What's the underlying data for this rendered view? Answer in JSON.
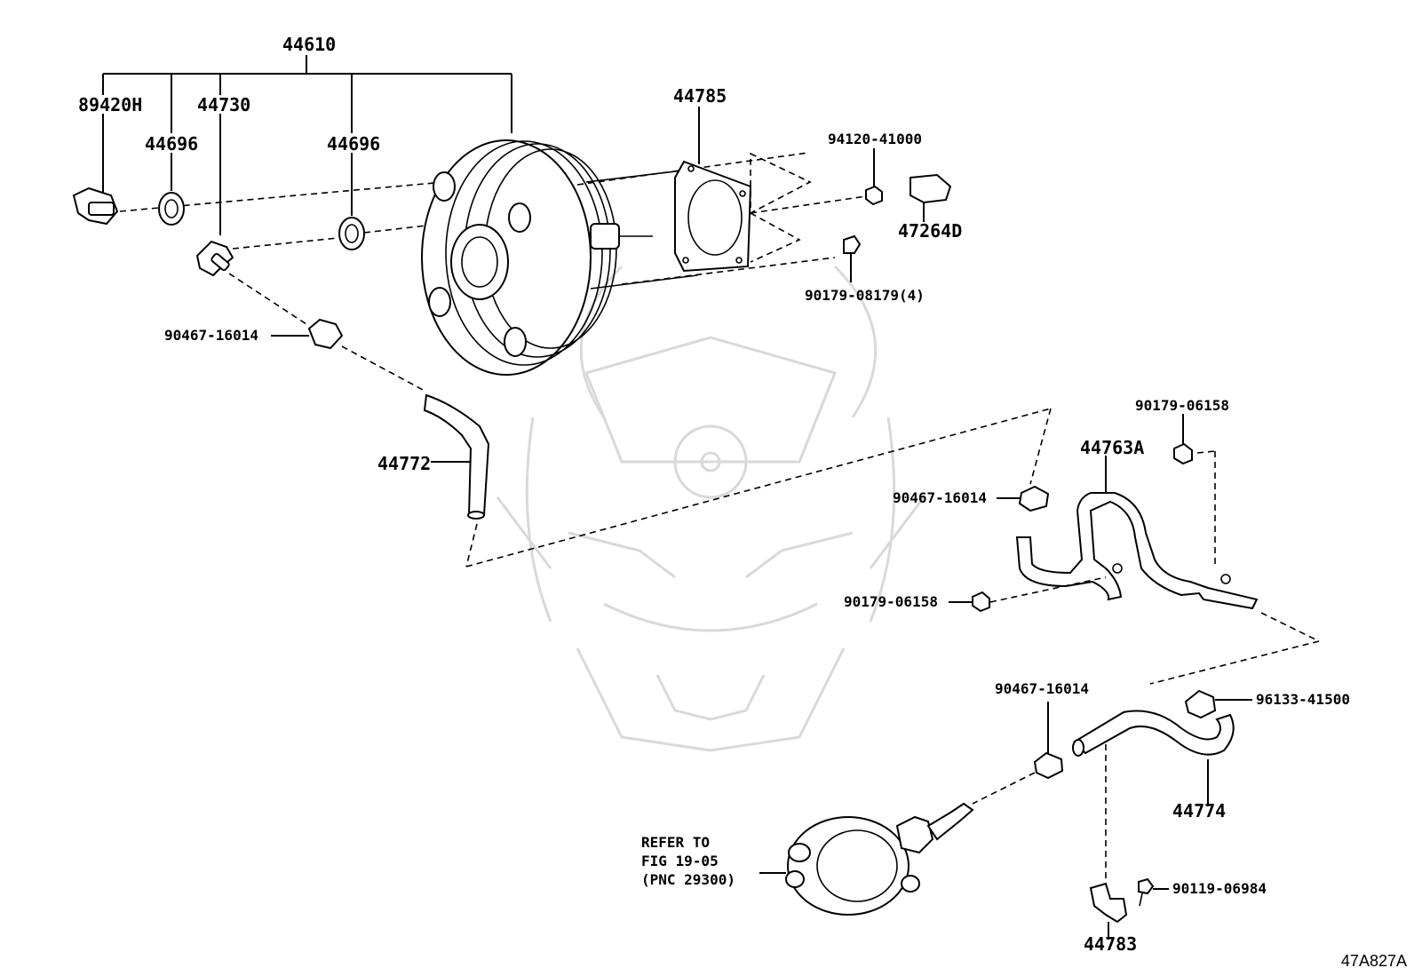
{
  "diagram": {
    "labels": {
      "p44610": "44610",
      "p89420H": "89420H",
      "p44730": "44730",
      "p44696_left": "44696",
      "p44696_right": "44696",
      "p44785": "44785",
      "p94120_41000": "94120-41000",
      "p47264D": "47264D",
      "p90179_08179": "90179-08179(4)",
      "p90467_16014_a": "90467-16014",
      "p44772": "44772",
      "p90179_06158_top": "90179-06158",
      "p44763A": "44763A",
      "p90467_16014_b": "90467-16014",
      "p90179_06158_mid": "90179-06158",
      "p90467_16014_c": "90467-16014",
      "p96133_41500": "96133-41500",
      "p44774": "44774",
      "p90119_06984": "90119-06984",
      "p44783": "44783"
    },
    "refer_note": {
      "line1": "REFER TO",
      "line2": "FIG 19-05",
      "line3": "(PNC 29300)"
    },
    "figure_id": "47A827A"
  }
}
